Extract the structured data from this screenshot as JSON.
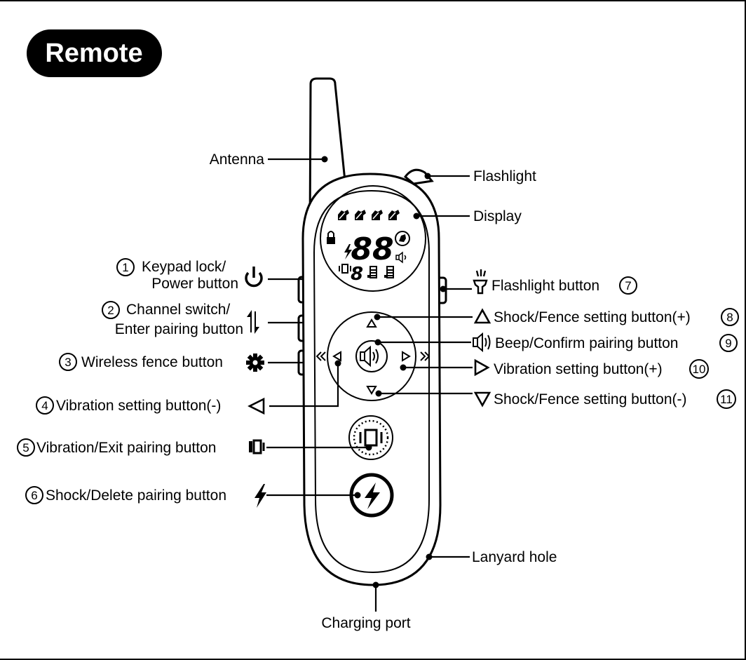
{
  "title": "Remote",
  "labels": {
    "antenna": "Antenna",
    "flashlight": "Flashlight",
    "display": "Display",
    "keypad_lock": "Keypad lock/",
    "power_button": "Power button",
    "channel_switch": "Channel switch/",
    "enter_pairing": "Enter pairing button",
    "wireless_fence": "Wireless fence button",
    "vibration_minus": "Vibration setting button(-)",
    "vibration_exit": "Vibration/Exit pairing button",
    "shock_delete": "Shock/Delete pairing button",
    "flashlight_button": "Flashlight button",
    "shock_fence_plus": "Shock/Fence setting button(+)",
    "beep_confirm": "Beep/Confirm pairing button",
    "vibration_plus": "Vibration setting button(+)",
    "shock_fence_minus": "Shock/Fence setting button(-)",
    "lanyard_hole": "Lanyard hole",
    "charging_port": "Charging port"
  },
  "numbers": {
    "n1": "1",
    "n2": "2",
    "n3": "3",
    "n4": "4",
    "n5": "5",
    "n6": "6",
    "n7": "7",
    "n8": "8",
    "n9": "9",
    "n10": "10",
    "n11": "11"
  },
  "display": {
    "big_digits": "88",
    "small_digit": "8"
  },
  "icons": [
    "power-icon",
    "channel-switch-icon",
    "gear-icon",
    "left-triangle-icon",
    "vibration-icon",
    "lightning-icon",
    "flashlight-icon",
    "up-triangle-icon",
    "speaker-icon",
    "right-triangle-icon",
    "down-triangle-icon",
    "lock-icon",
    "dog-icon"
  ]
}
